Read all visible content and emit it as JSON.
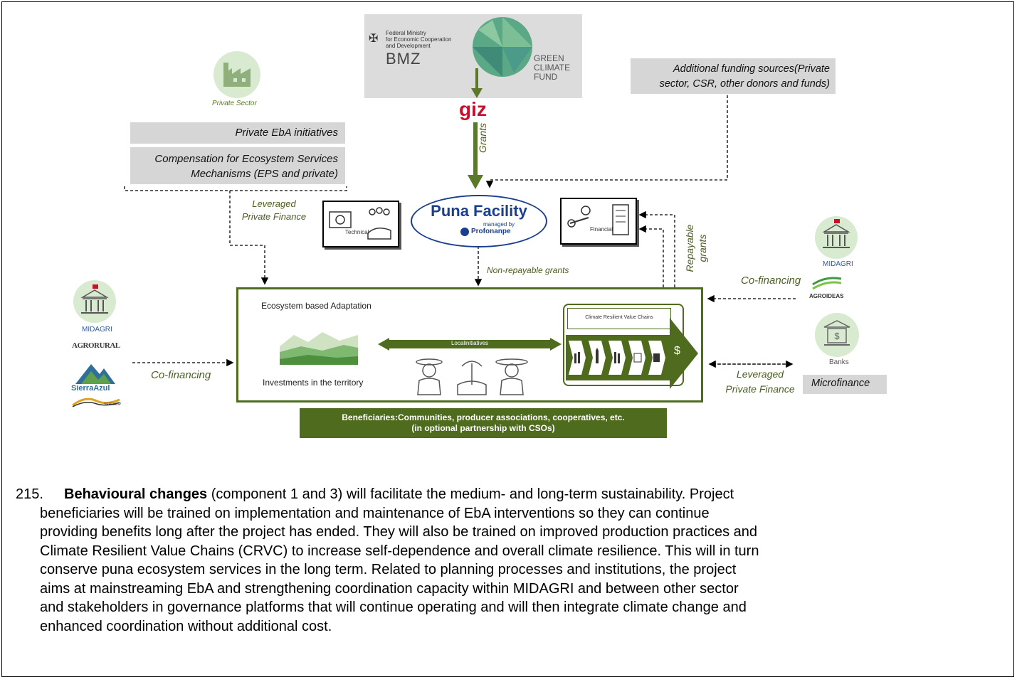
{
  "funders": {
    "bmz_ministry": [
      "Federal Ministry",
      "for Economic Cooperation",
      "and Development"
    ],
    "bmz_abbr": "BMZ",
    "gcf": [
      "GREEN",
      "CLIMATE",
      "FUND"
    ],
    "giz": "giz",
    "grants_label": "Grants"
  },
  "private_sector": {
    "icon_label": "Private Sector",
    "initiatives": "Private EbA initiatives",
    "compensation_line1": "Compensation for Ecosystem Services",
    "compensation_line2": "Mechanisms (EPS and private)",
    "leveraged_line1": "Leveraged",
    "leveraged_line2": "Private  Finance"
  },
  "additional_funding": {
    "line1": "Additional funding sources(Private",
    "line2": "sector, CSR, other donors and funds)"
  },
  "puna": {
    "title": "Puna Facility",
    "managed_by": "managed by",
    "manager": "Profonanpe",
    "technical_label": "Technical",
    "financial_label": "Financial",
    "non_repayable": "Non-repayable grants",
    "repayable_line1": "Repayable",
    "repayable_line2": "grants"
  },
  "left_cofin": {
    "midagri": "MIDAGRI",
    "agrorural": "AGRORURAL",
    "sierra_azul": "SierraAzul",
    "sernanp": "SERNANP",
    "cofinancing": "Co-financing"
  },
  "right_cofin": {
    "midagri": "MIDAGRI",
    "cofinancing": "Co-financing",
    "agroideas": "AGROIDEAS",
    "banks": "Banks",
    "leveraged_line1": "Leveraged",
    "leveraged_line2": "Private Finance",
    "microfinance": "Microfinance"
  },
  "center": {
    "eba": "Ecosystem based Adaptation",
    "investments": "Investments in the territory",
    "local_initiatives": "Localinitiatives",
    "crvc": "Climate Resilient Value Chains",
    "dollar": "$",
    "beneficiaries_line1": "Beneficiaries:Communities, producer associations, cooperatives, etc.",
    "beneficiaries_line2": "(in optional partnership with CSOs)"
  },
  "paragraph": {
    "number": "215.",
    "bold": "Behavioural changes",
    "first_line_rest": " (component 1 and 3) will facilitate the medium- and long-term sustainability.  Project",
    "lines": [
      "beneficiaries will be trained on implementation and maintenance of EbA interventions so they can continue",
      "providing benefits long after the project has ended. They will also be trained on improved production practices and",
      "Climate Resilient Value Chains (CRVC) to increase self-dependence and overall climate resilience. This will in turn",
      "conserve puna ecosystem services in the long term. Related to planning processes and institutions, the project",
      "aims at mainstreaming EbA and strengthening coordination capacity within MIDAGRI and between other sector",
      "and stakeholders in governance platforms that will continue operating and will then integrate climate change and",
      "enhanced coordination without additional cost."
    ]
  },
  "colors": {
    "dark_green": "#4e6b1e",
    "arrow_green": "#5a7a2a",
    "puna_blue": "#1b3f8f",
    "giz_red": "#c8102e"
  }
}
